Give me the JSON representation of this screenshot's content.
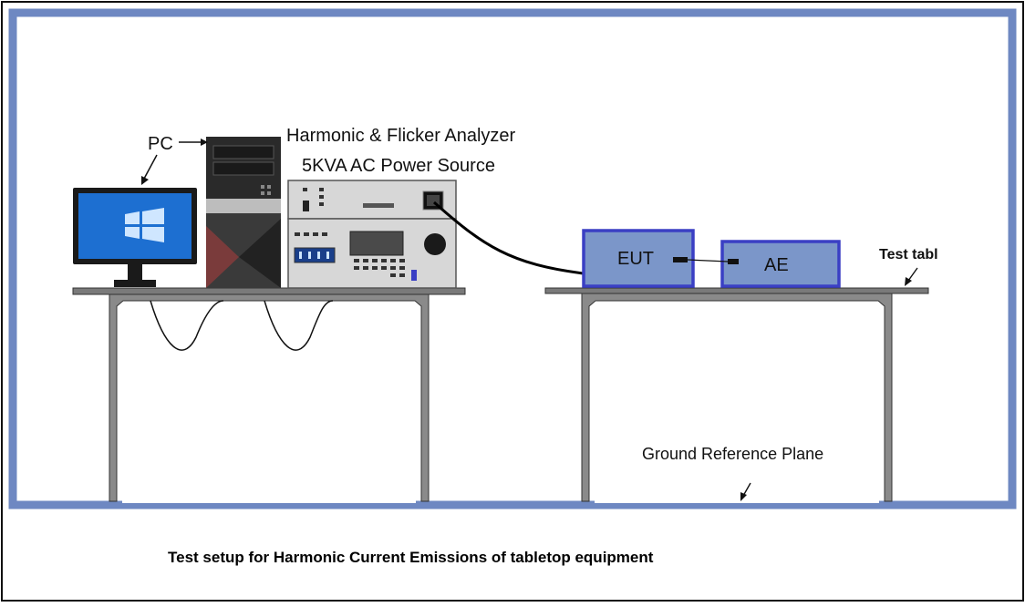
{
  "diagram": {
    "labels": {
      "pc": "PC",
      "analyzer": "Harmonic & Flicker Analyzer",
      "power_source": "5KVA AC Power Source",
      "eut": "EUT",
      "ae": "AE",
      "test_table": "Test tabl",
      "ground_plane": "Ground Reference Plane"
    },
    "caption": "Test setup for Harmonic Current Emissions of tabletop equipment",
    "colors": {
      "frame": "#6e88c2",
      "box_fill": "#7b96c9",
      "box_border": "#3a3fc4",
      "table": "#7a7a7a",
      "table_edge": "#333333",
      "instrument": "#d7d7d7",
      "screen": "#1d6fd1",
      "tower": "#2a2a2a",
      "tower_accent": "#7a3b3b"
    },
    "icons": [
      "monitor-icon",
      "pc-tower-icon",
      "analyzer-instrument-icon",
      "cable-icon",
      "arrow-icon"
    ]
  }
}
